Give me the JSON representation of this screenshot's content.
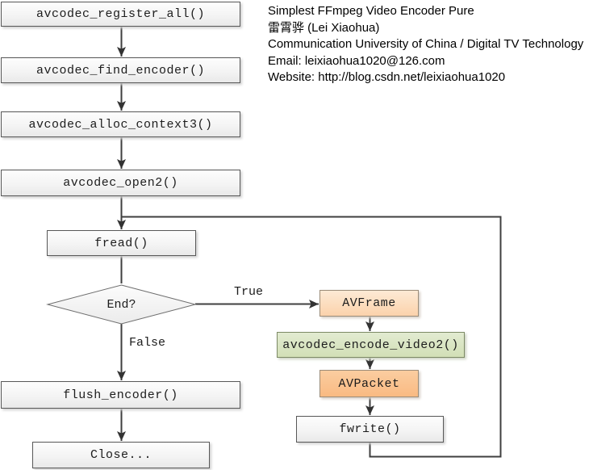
{
  "header": {
    "title": "Simplest FFmpeg Video Encoder Pure",
    "author": "雷霄骅 (Lei Xiaohua)",
    "affiliation": "Communication University of China / Digital TV Technology",
    "email": "Email: leixiaohua1020@126.com",
    "website": "Website: http://blog.csdn.net/leixiaohua1020"
  },
  "nodes": {
    "register_all": "avcodec_register_all()",
    "find_encoder": "avcodec_find_encoder()",
    "alloc_context3": "avcodec_alloc_context3()",
    "open2": "avcodec_open2()",
    "fread": "fread()",
    "end_check": "End?",
    "flush_encoder": "flush_encoder()",
    "close": "Close...",
    "avframe": "AVFrame",
    "encode_video2": "avcodec_encode_video2()",
    "avpacket": "AVPacket",
    "fwrite": "fwrite()"
  },
  "edge_labels": {
    "true_branch": "True",
    "false_branch": "False"
  },
  "colors": {
    "process_fill": "#f1f1f1",
    "process_border": "#585858",
    "avframe_fill": "#fcd9b6",
    "avpacket_fill": "#fac090",
    "encode_fill": "#d7e4bc",
    "line": "#3f3f3f"
  }
}
